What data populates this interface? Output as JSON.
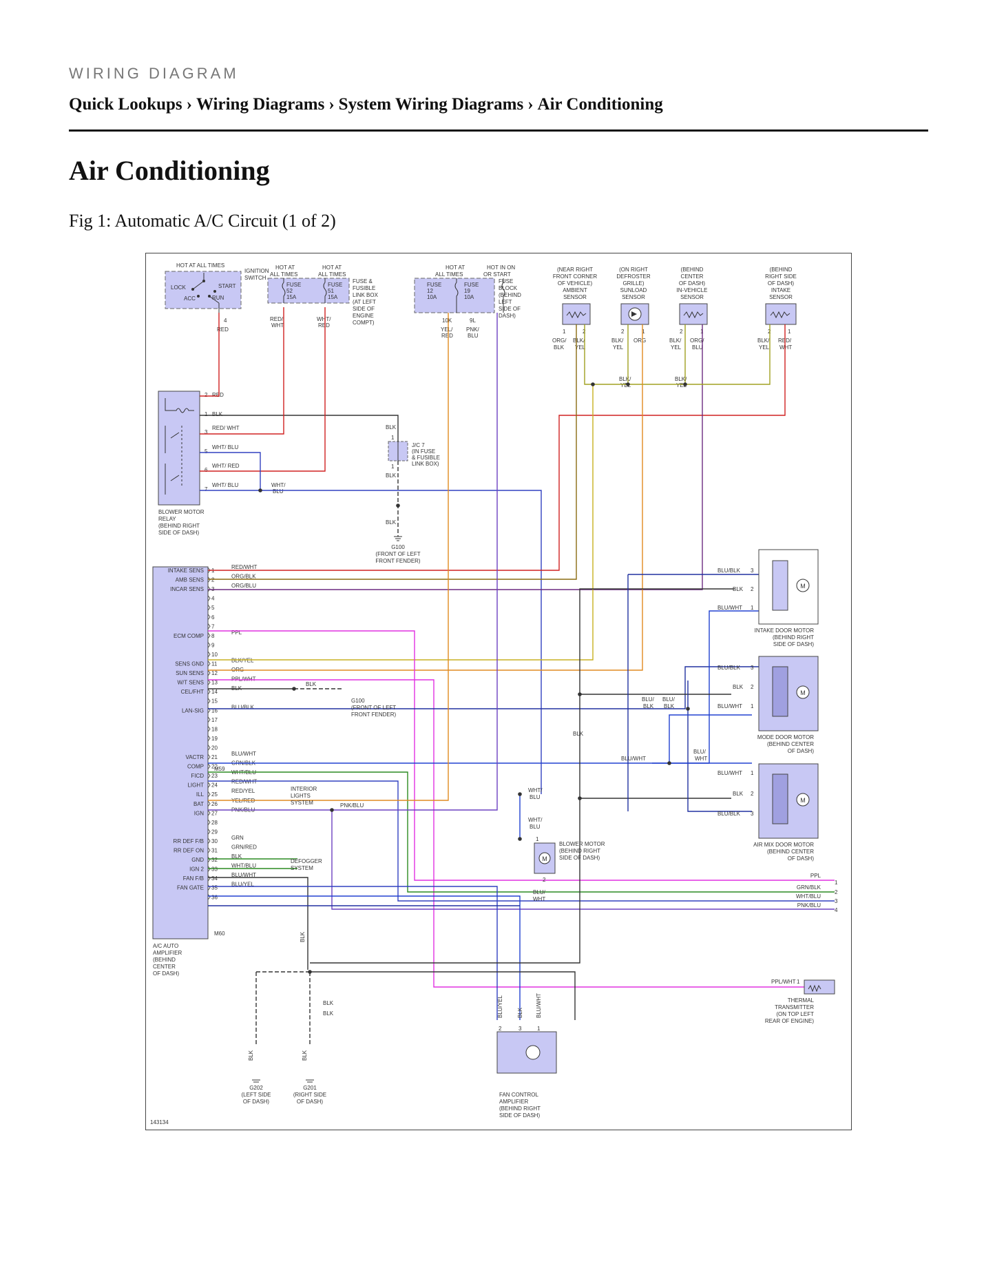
{
  "header": {
    "eyebrow": "WIRING DIAGRAM",
    "breadcrumb": [
      "Quick Lookups",
      "Wiring Diagrams",
      "System Wiring Diagrams",
      "Air Conditioning"
    ],
    "separator": "›"
  },
  "page_title": "Air Conditioning",
  "figure": {
    "caption": "Fig 1: Automatic A/C Circuit (1 of 2)",
    "figure_id": "143134",
    "power": {
      "ignition_switch": [
        "HOT AT ALL TIMES",
        "IGNITION",
        "SWITCH",
        "LOCK",
        "START",
        "ACC",
        "RUN",
        "4",
        "RED"
      ],
      "fuse_52": [
        "HOT AT",
        "ALL TIMES",
        "FUSE",
        "52",
        "15A",
        "RED/",
        "WHT"
      ],
      "fuse_51": [
        "HOT AT",
        "ALL TIMES",
        "FUSE",
        "51",
        "15A",
        "WHT/",
        "RED"
      ],
      "fuse_link_box": [
        "FUSE &",
        "FUSIBLE",
        "LINK BOX",
        "(AT LEFT",
        "SIDE OF",
        "ENGINE",
        "COMPT)"
      ],
      "fuse_12": [
        "HOT AT",
        "ALL TIMES",
        "FUSE",
        "12",
        "10A",
        "10K",
        "YEL/",
        "RED"
      ],
      "fuse_19": [
        "HOT IN ON",
        "OR START",
        "FUSE",
        "19",
        "10A",
        "9L",
        "PNK/",
        "BLU"
      ],
      "fuse_block": [
        "FUSE",
        "BLOCK",
        "(BEHIND",
        "LEFT",
        "SIDE OF",
        "DASH)"
      ]
    },
    "sensors": [
      {
        "label": [
          "(NEAR RIGHT",
          "FRONT CORNER",
          "OF VEHICLE)",
          "AMBIENT",
          "SENSOR"
        ],
        "pins": [
          "1",
          "2"
        ],
        "wires": [
          "ORG/",
          "BLK",
          "BLK/",
          "YEL"
        ]
      },
      {
        "label": [
          "(ON RIGHT",
          "DEFROSTER",
          "GRILLE)",
          "SUNLOAD",
          "SENSOR"
        ],
        "pins": [
          "2",
          "1"
        ],
        "wires": [
          "BLK/",
          "YEL",
          "ORG",
          ""
        ]
      },
      {
        "label": [
          "(BEHIND",
          "CENTER",
          "OF DASH)",
          "IN-VEHICLE",
          "SENSOR"
        ],
        "pins": [
          "2",
          "1"
        ],
        "wires": [
          "BLK/",
          "YEL",
          "ORG/",
          "BLU"
        ]
      },
      {
        "label": [
          "(BEHIND",
          "RIGHT SIDE",
          "OF DASH)",
          "INTAKE",
          "SENSOR"
        ],
        "pins": [
          "2",
          "1"
        ],
        "wires": [
          "BLK/",
          "YEL",
          "RED/",
          "WHT"
        ]
      }
    ],
    "sensor_bus": [
      "BLK/",
      "YEL",
      "BLK/",
      "YEL"
    ],
    "relay": {
      "pins": [
        {
          "pin": "2",
          "wire": "RED"
        },
        {
          "pin": "1",
          "wire": "BLK"
        },
        {
          "pin": "3",
          "wire": "RED/ WHT"
        },
        {
          "pin": "5",
          "wire": "WHT/ BLU"
        },
        {
          "pin": "6",
          "wire": "WHT/ RED"
        },
        {
          "pin": "7",
          "wire": "WHT/ BLU"
        }
      ],
      "splice_wire": [
        "WHT/",
        "BLU"
      ],
      "label": [
        "BLOWER MOTOR",
        "RELAY",
        "(BEHIND RIGHT",
        "SIDE OF DASH)"
      ]
    },
    "junction": {
      "label": [
        "J/C 7",
        "(IN FUSE",
        "& FUSIBLE",
        "LINK BOX)"
      ],
      "pins": [
        "1",
        "1"
      ],
      "wires": [
        "BLK",
        "BLK",
        "BLK"
      ],
      "ground_label": [
        "G100",
        "(FRONT OF LEFT",
        "FRONT FENDER)"
      ]
    },
    "amplifier": {
      "pins": [
        {
          "n": "1",
          "name": "INTAKE SENS",
          "wire": "RED/WHT"
        },
        {
          "n": "2",
          "name": "AMB SENS",
          "wire": "ORG/BLK"
        },
        {
          "n": "3",
          "name": "INCAR SENS",
          "wire": "ORG/BLU"
        },
        {
          "n": "4",
          "name": "",
          "wire": ""
        },
        {
          "n": "5",
          "name": "",
          "wire": ""
        },
        {
          "n": "6",
          "name": "",
          "wire": ""
        },
        {
          "n": "7",
          "name": "",
          "wire": ""
        },
        {
          "n": "8",
          "name": "ECM COMP",
          "wire": "PPL"
        },
        {
          "n": "9",
          "name": "",
          "wire": ""
        },
        {
          "n": "10",
          "name": "",
          "wire": ""
        },
        {
          "n": "11",
          "name": "SENS GND",
          "wire": "BLK/YEL"
        },
        {
          "n": "12",
          "name": "SUN SENS",
          "wire": "ORG"
        },
        {
          "n": "13",
          "name": "W/T SENS",
          "wire": "PPL/WHT"
        },
        {
          "n": "14",
          "name": "CEL/FHT",
          "wire": "BLK"
        },
        {
          "n": "15",
          "name": "",
          "wire": ""
        },
        {
          "n": "16",
          "name": "LAN-SIG",
          "wire": "BLU/BLK"
        },
        {
          "n": "17",
          "name": "",
          "wire": ""
        },
        {
          "n": "18",
          "name": "",
          "wire": ""
        },
        {
          "n": "19",
          "name": "",
          "wire": ""
        },
        {
          "n": "20",
          "name": "",
          "wire": ""
        },
        {
          "n": "21",
          "name": "VACTR",
          "wire": "BLU/WHT"
        },
        {
          "n": "22",
          "name": "COMP",
          "wire": "GRN/BLK"
        },
        {
          "n": "23",
          "name": "FICD",
          "wire": "WHT/BLU"
        },
        {
          "n": "24",
          "name": "LIGHT",
          "wire": "RED/WHT"
        },
        {
          "n": "25",
          "name": "ILL",
          "wire": "RED/YEL"
        },
        {
          "n": "26",
          "name": "BAT",
          "wire": "YEL/RED"
        },
        {
          "n": "27",
          "name": "IGN",
          "wire": "PNK/BLU"
        },
        {
          "n": "28",
          "name": "",
          "wire": ""
        },
        {
          "n": "29",
          "name": "",
          "wire": ""
        },
        {
          "n": "30",
          "name": "RR DEF F/B",
          "wire": "GRN"
        },
        {
          "n": "31",
          "name": "RR DEF ON",
          "wire": "GRN/RED"
        },
        {
          "n": "32",
          "name": "GND",
          "wire": "BLK"
        },
        {
          "n": "33",
          "name": "IGN 2",
          "wire": "WHT/BLU"
        },
        {
          "n": "34",
          "name": "FAN F/B",
          "wire": "BLU/WHT"
        },
        {
          "n": "35",
          "name": "FAN GATE",
          "wire": "BLU/YEL"
        },
        {
          "n": "36",
          "name": "",
          "wire": ""
        }
      ],
      "connectors": [
        "M59",
        "M60"
      ],
      "label": [
        "A/C AUTO",
        "AMPLIFIER",
        "(BEHIND",
        "CENTER",
        "OF DASH)"
      ]
    },
    "misc_labels": {
      "pin14_blk": "BLK",
      "g100_b": [
        "G100",
        "(FRONT OF LEFT",
        "FRONT FENDER)"
      ],
      "interior": [
        "INTERIOR",
        "LIGHTS",
        "SYSTEM"
      ],
      "defogger": [
        "DEFOGGER",
        "SYSTEM"
      ],
      "pin27_tap": "PNK/BLU",
      "blk_vertical": "BLK",
      "blu_wht_bus": "BLU/WHT",
      "blu_blk_a": [
        "BLU/",
        "BLK"
      ],
      "blu_blk_b": [
        "BLU/",
        "BLK"
      ],
      "blu_wht_c": [
        "BLU/",
        "WHT"
      ]
    },
    "motors": [
      {
        "label": [
          "INTAKE DOOR MOTOR",
          "(BEHIND RIGHT",
          "SIDE OF DASH)"
        ],
        "pins": [
          {
            "wire": "BLU/BLK",
            "n": "3"
          },
          {
            "wire": "BLK",
            "n": "2"
          },
          {
            "wire": "BLU/WHT",
            "n": "1"
          }
        ],
        "motor": "M"
      },
      {
        "label": [
          "MODE DOOR MOTOR",
          "(BEHIND CENTER",
          "OF DASH)"
        ],
        "pins": [
          {
            "wire": "BLU/BLK",
            "n": "3"
          },
          {
            "wire": "BLK",
            "n": "2"
          },
          {
            "wire": "BLU/WHT",
            "n": "1"
          }
        ],
        "motor": "M"
      },
      {
        "label": [
          "AIR MIX DOOR MOTOR",
          "(BEHIND CENTER",
          "OF DASH)"
        ],
        "pins": [
          {
            "wire": "BLU/WHT",
            "n": "1"
          },
          {
            "wire": "BLK",
            "n": "2"
          },
          {
            "wire": "BLU/BLK",
            "n": "3"
          }
        ],
        "motor": "M"
      }
    ],
    "blower_motor": {
      "label": [
        "BLOWER MOTOR",
        "(BEHIND RIGHT",
        "SIDE OF DASH)"
      ],
      "pins": [
        "1",
        "2"
      ],
      "wires_top": [
        [
          "WHT/",
          "BLU"
        ],
        [
          "WHT/",
          "BLU"
        ]
      ],
      "wire_bottom": [
        "BLU/",
        "WHT"
      ],
      "motor": "M"
    },
    "right_connector": [
      {
        "wire": "PPL",
        "n": "1"
      },
      {
        "wire": "GRN/BLK",
        "n": "2"
      },
      {
        "wire": "WHT/BLU",
        "n": "3"
      },
      {
        "wire": "PNK/BLU",
        "n": "4"
      }
    ],
    "thermal": {
      "wire": "PPL/WHT",
      "pin": "1",
      "label": [
        "THERMAL",
        "TRANSMITTER",
        "(ON TOP LEFT",
        "REAR OF ENGINE)"
      ]
    },
    "fan_control": {
      "label": [
        "FAN CONTROL",
        "AMPLIFIER",
        "(BEHIND RIGHT",
        "SIDE OF DASH)"
      ],
      "pins": [
        "2",
        "3",
        "1"
      ],
      "wires": [
        "BLU/YEL",
        "BLK",
        "BLU/WHT"
      ]
    },
    "grounds": {
      "wire_labels": [
        "BLK",
        "BLK",
        "BLK",
        "BLK",
        "BLK"
      ],
      "g202": [
        "G202",
        "(LEFT SIDE",
        "OF DASH)"
      ],
      "g201": [
        "G201",
        "(RIGHT SIDE",
        "OF DASH)"
      ]
    }
  }
}
